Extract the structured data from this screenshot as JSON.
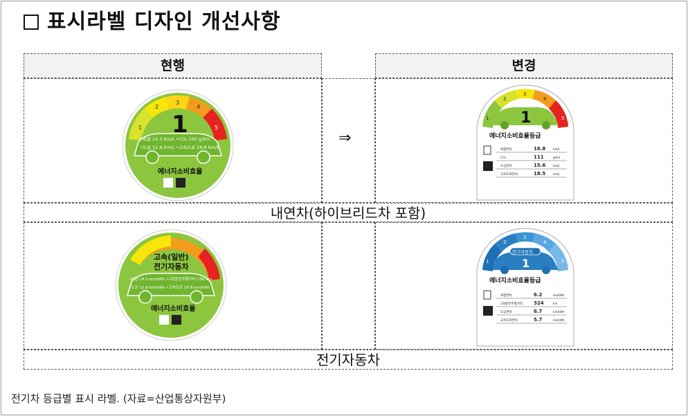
{
  "heading": "표시라벨 디자인 개선사항",
  "columns": {
    "current": "현행",
    "changed": "변경"
  },
  "arrow": "⇒",
  "rows": {
    "ice": "내연차(하이브리드차  포함)",
    "ev": "전기자동차"
  },
  "caption": "전기차 등급별 표시 라벨. (자료=산업통상자원부)",
  "labels": {
    "old_ice": {
      "grade": "1",
      "scale": [
        "1",
        "2",
        "3",
        "4",
        "5"
      ],
      "line1": "•복합 14.3 km/L •CO₂ 100 g/km",
      "line2": "•도심 12.8 km/L •고속도로 16.8 km/L",
      "title": "에너지소비효율"
    },
    "old_ev": {
      "type1": "고속(일반)",
      "type2": "전기자동차",
      "line1": "•복합 14.3 km/kWh •1회충전주행거리 100 km",
      "line2": "•도심 12.8 km/kWh •고속도로 16.8 km/kWh",
      "title": "에너지소비효율"
    },
    "new_ice": {
      "grade": "1",
      "scale": [
        "1",
        "2",
        "3",
        "4",
        "5"
      ],
      "title": "에너지소비효율등급",
      "rows": [
        {
          "label": "복합연비",
          "value": "16.8",
          "unit": "km/L"
        },
        {
          "label": "CO₂",
          "value": "111",
          "unit": "g/km"
        },
        {
          "label": "도심연비",
          "value": "15.6",
          "unit": "km/L"
        },
        {
          "label": "고속도로연비",
          "value": "18.5",
          "unit": "km/L"
        }
      ]
    },
    "new_ev": {
      "grade": "1",
      "badge": "전기자동차",
      "scale": [
        "1",
        "2",
        "3",
        "4",
        "5"
      ],
      "title": "에너지소비효율등급",
      "rows": [
        {
          "label": "복합연비",
          "value": "6.2",
          "unit": "km/kWh"
        },
        {
          "label": "1회충전주행거리",
          "value": "324",
          "unit": "km"
        },
        {
          "label": "도심연비",
          "value": "6.7",
          "unit": "km/kWh"
        },
        {
          "label": "고속도로연비",
          "value": "5.7",
          "unit": "km/kWh"
        }
      ]
    }
  },
  "colors": {
    "green": "#8cc63f",
    "dark_green": "#5fa52a",
    "yellow": "#f6e60a",
    "orange": "#f39b1c",
    "red": "#e52421",
    "blue": "#2a7fc2",
    "light_blue": "#74b9e8"
  }
}
